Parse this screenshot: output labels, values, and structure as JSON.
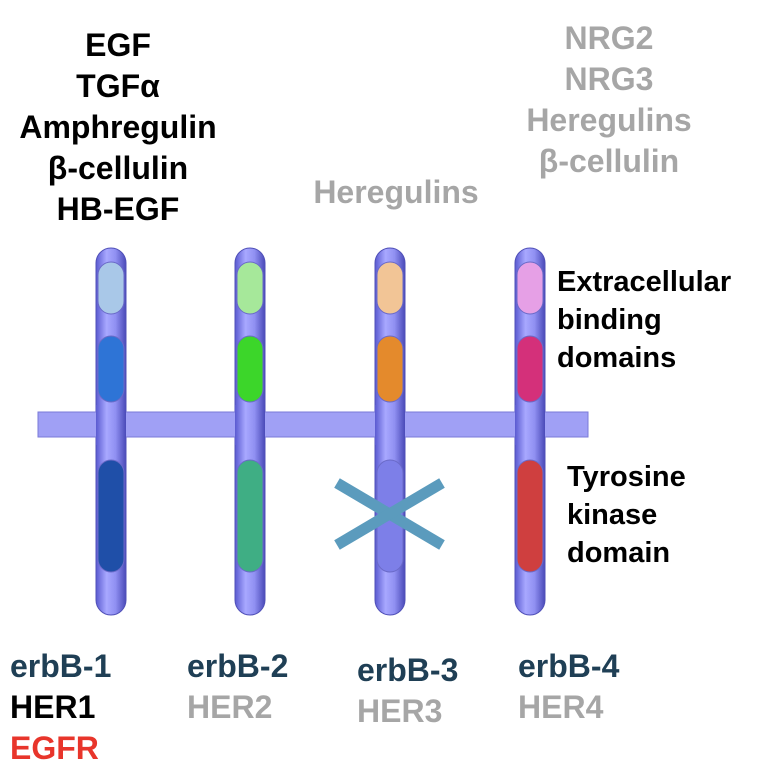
{
  "ligands": {
    "erbb1": [
      "EGF",
      "TGFα",
      "Amphregulin",
      "β-cellulin",
      "HB-EGF"
    ],
    "erbb3": [
      "Heregulins"
    ],
    "erbb4": [
      "NRG2",
      "NRG3",
      "Heregulins",
      "β-cellulin"
    ]
  },
  "annotations": {
    "extracellular": [
      "Extracellular",
      "binding",
      "domains"
    ],
    "kinase": [
      "Tyrosine",
      "kinase",
      "domain"
    ]
  },
  "receptors": [
    {
      "gene": "erbB-1",
      "her": "HER1",
      "alias": "EGFR",
      "domain_colors": [
        "#a9c8e8",
        "#2e74d6",
        "#1f4fa8"
      ]
    },
    {
      "gene": "erbB-2",
      "her": "HER2",
      "domain_colors": [
        "#a6e89a",
        "#3cd62a",
        "#3fae84"
      ]
    },
    {
      "gene": "erbB-3",
      "her": "HER3",
      "domain_colors": [
        "#f2c596",
        "#e48a2c",
        "#7d7fe8"
      ],
      "kinase_inactive": true
    },
    {
      "gene": "erbB-4",
      "her": "HER4",
      "domain_colors": [
        "#e6a0e6",
        "#d4307a",
        "#cf3f3f"
      ]
    }
  ],
  "colors": {
    "receptor_body": "#8c8cf0",
    "membrane": "#a0a0f5",
    "inactive_cross": "#5b9bbd",
    "gene_label": "#1f3f55",
    "her_grey": "#a6a6a6",
    "egfr_red": "#e8352b"
  }
}
